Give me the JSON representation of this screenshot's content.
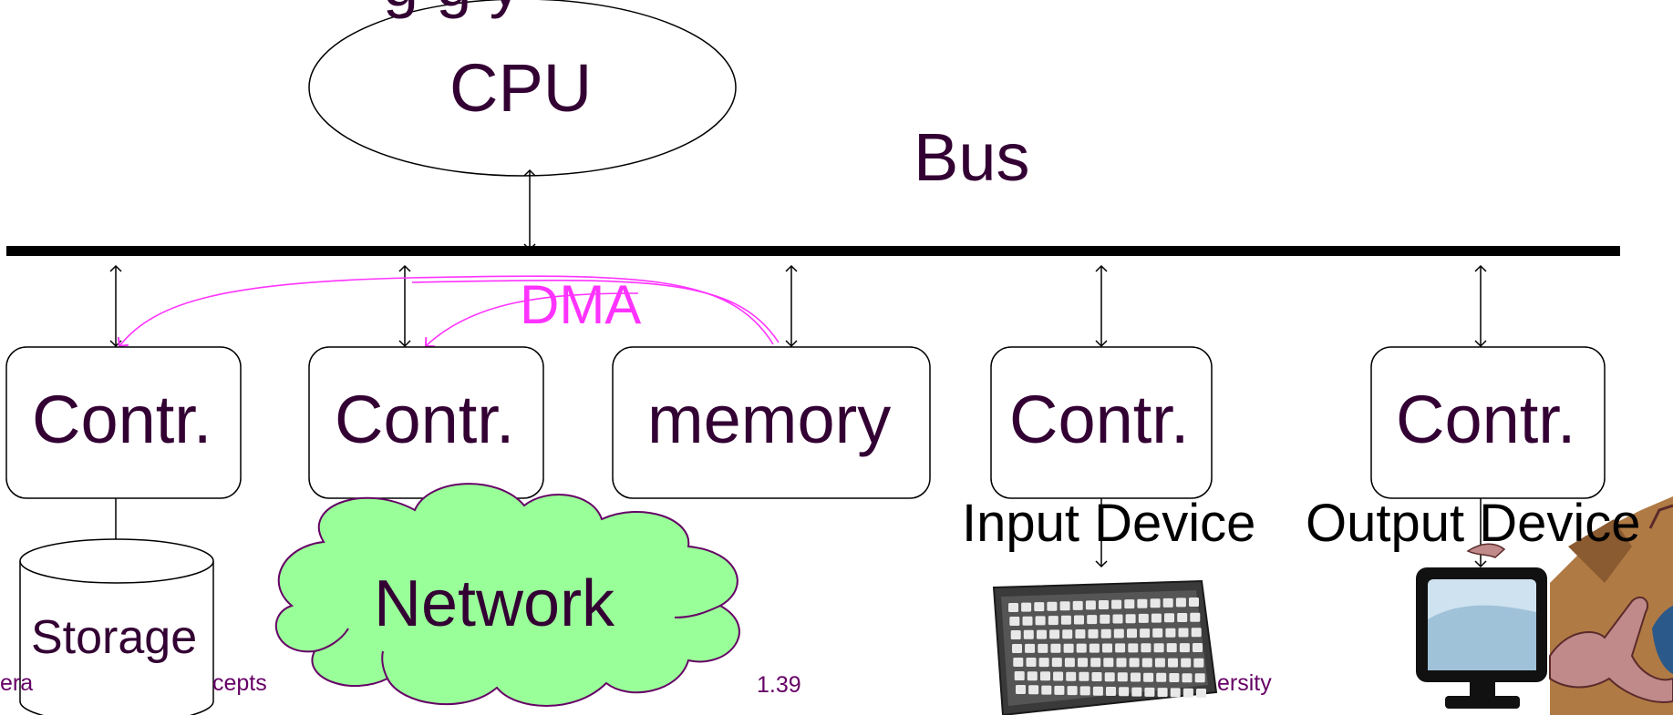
{
  "title_fragment": "g                     g y",
  "cpu": {
    "label": "CPU"
  },
  "bus": {
    "label": "Bus"
  },
  "dma": {
    "label": "DMA",
    "color": "#ff33ff"
  },
  "boxes": {
    "storage_controller": "Contr.",
    "network_controller": "Contr.",
    "memory": "memory",
    "input_controller": "Contr.",
    "output_controller": "Contr."
  },
  "devices": {
    "storage": "Storage",
    "network": "Network",
    "input": "Input Device",
    "output": "Output Device"
  },
  "footer": {
    "left_a": "era",
    "left_b": "cepts",
    "page_number": "1.39",
    "right": "ersity"
  },
  "colors": {
    "text": "#330033",
    "cloud_fill": "#99ff99",
    "cloud_stroke": "#660066",
    "dma": "#ff33ff",
    "footer": "#660066"
  },
  "icons": [
    "keyboard-icon",
    "monitor-icon",
    "dinosaur-icon"
  ]
}
